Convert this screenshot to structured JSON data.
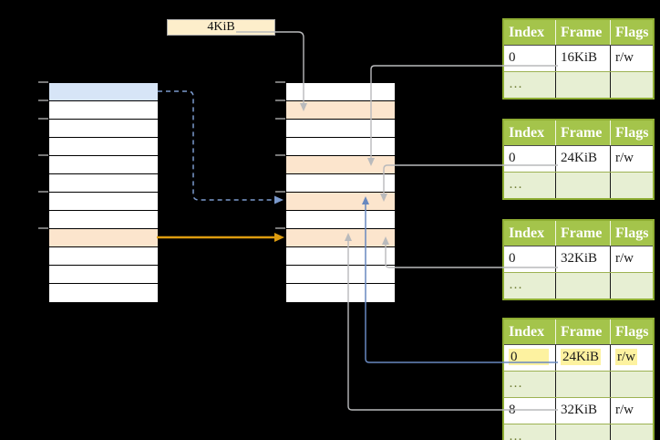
{
  "size_label": {
    "text": "4KiB"
  },
  "virtual_memory_table": {
    "row_count": 12,
    "special_rows": {
      "0": "blue",
      "8": "orange"
    }
  },
  "physical_memory_table": {
    "row_count": 12,
    "special_rows": {
      "1": "orange",
      "4": "orange",
      "6": "orange",
      "8": "orange"
    }
  },
  "tick_row_offsets": [
    0,
    1,
    2,
    4,
    6,
    8
  ],
  "page_tables": [
    {
      "name": "page-table-a",
      "headers": [
        "Index",
        "Frame",
        "Flags"
      ],
      "rows": [
        {
          "cells": [
            "0",
            "16KiB",
            "r/w"
          ],
          "highlighted": false
        },
        {
          "cells": [
            "…",
            "",
            ""
          ],
          "highlighted": false
        }
      ]
    },
    {
      "name": "page-table-b",
      "headers": [
        "Index",
        "Frame",
        "Flags"
      ],
      "rows": [
        {
          "cells": [
            "0",
            "24KiB",
            "r/w"
          ],
          "highlighted": false
        },
        {
          "cells": [
            "…",
            "",
            ""
          ],
          "highlighted": false
        }
      ]
    },
    {
      "name": "page-table-c",
      "headers": [
        "Index",
        "Frame",
        "Flags"
      ],
      "rows": [
        {
          "cells": [
            "0",
            "32KiB",
            "r/w"
          ],
          "highlighted": false
        },
        {
          "cells": [
            "…",
            "",
            ""
          ],
          "highlighted": false
        }
      ]
    },
    {
      "name": "page-table-d",
      "headers": [
        "Index",
        "Frame",
        "Flags"
      ],
      "rows": [
        {
          "cells": [
            "0",
            "24KiB",
            "r/w"
          ],
          "highlighted": true
        },
        {
          "cells": [
            "…",
            "",
            ""
          ],
          "highlighted": false
        },
        {
          "cells": [
            "8",
            "32KiB",
            "r/w"
          ],
          "highlighted": false
        },
        {
          "cells": [
            "…",
            "",
            ""
          ],
          "highlighted": false
        }
      ]
    }
  ],
  "edges": [
    {
      "from": "size-label-4kib",
      "to": "physical-memory.row-1",
      "style": "gray"
    },
    {
      "from": "virtual-memory.row-0",
      "to": "physical-memory.row-6",
      "style": "dashed-blue"
    },
    {
      "from": "virtual-memory.row-8",
      "to": "physical-memory.row-8",
      "style": "orange"
    },
    {
      "from": "page-table-a.row-0",
      "to": "physical-memory.row-4",
      "style": "gray"
    },
    {
      "from": "page-table-b.row-0",
      "to": "physical-memory.row-6",
      "style": "gray"
    },
    {
      "from": "page-table-c.row-0",
      "to": "physical-memory.row-8",
      "style": "gray"
    },
    {
      "from": "page-table-d.row-0",
      "to": "physical-memory.row-6",
      "style": "blue"
    },
    {
      "from": "page-table-d.row-2",
      "to": "physical-memory.row-8",
      "style": "gray"
    }
  ],
  "colors": {
    "blue_row": "#d7e5f7",
    "orange_row": "#fce5cd",
    "label_bg": "#fdeecb",
    "label_border": "#a8a8a8",
    "tick": "#777777",
    "arrow_gray": "#b9babc",
    "arrow_blue": "#6888bf",
    "arrow_dashed_blue": "#7a99cc",
    "arrow_orange": "#dd9c0f",
    "table_border_green": "#8fae33",
    "header_green": "#a4c44b",
    "row_green": "#e7efd3",
    "ellipsis_text": "#6f7c34",
    "highlight_yellow": "#fdf2a0",
    "data_text": "#1a1a1a"
  }
}
